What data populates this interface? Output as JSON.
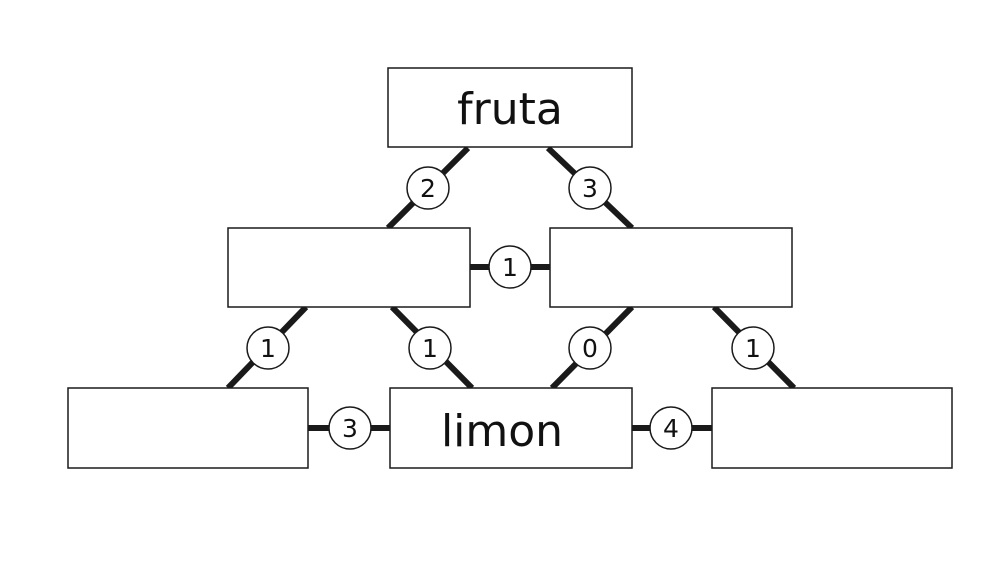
{
  "colors": {
    "stroke": "#1a1a1a",
    "box_fill": "#ffffff",
    "badge_fill": "#ffffff",
    "text": "#111111"
  },
  "boxes": {
    "top": "fruta",
    "mid_left": "",
    "mid_right": "",
    "bottom_left": "",
    "bottom_center": "limon",
    "bottom_right": ""
  },
  "badges": {
    "top_left": "2",
    "top_right": "3",
    "mid_link": "1",
    "mid_left_left": "1",
    "mid_left_right": "1",
    "mid_right_left": "0",
    "mid_right_right": "1",
    "bottom_left_link": "3",
    "bottom_right_link": "4"
  }
}
